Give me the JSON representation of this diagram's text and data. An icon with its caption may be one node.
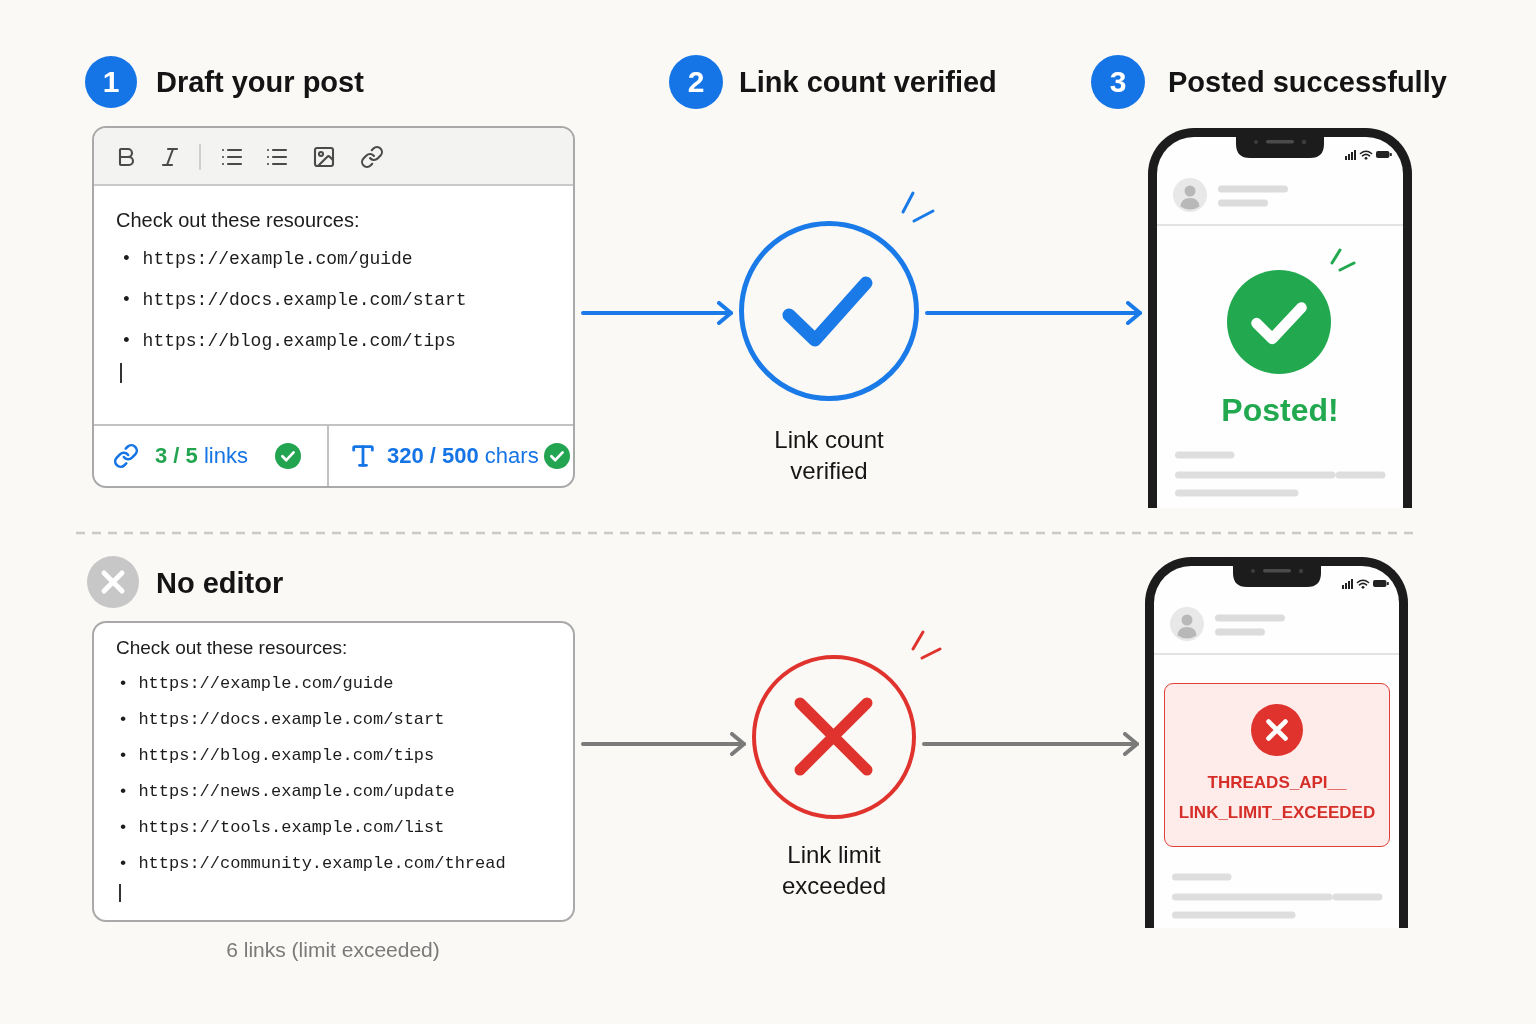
{
  "diagram": {
    "nodes": [
      {
        "text": [
          "1"
        ],
        "beside": [
          "Draft your post"
        ]
      },
      {
        "text": [
          "2"
        ],
        "beside": [
          "Link count verified"
        ]
      },
      {
        "text": [
          "3"
        ],
        "beside": [
          "Posted successfully"
        ]
      },
      {
        "text": [
          "Check out these resources:",
          "• https://example.com/guide",
          "• https://docs.example.com/start",
          "• https://blog.example.com/tips"
        ]
      },
      {
        "text": [
          "**3 / 5** links"
        ],
        "in": 3
      },
      {
        "text": [
          "**320 / 500** chars"
        ],
        "in": 3
      },
      {
        "text": [],
        "shape": "circle",
        "beside": [
          "Link count verified"
        ]
      },
      {
        "text": [
          "Posted!"
        ]
      },
      {
        "text": [],
        "shape": "circle",
        "beside": [
          "No editor"
        ]
      },
      {
        "text": [
          "Check out these resources:",
          "• https://example.com/guide",
          "• https://docs.example.com/start",
          "• https://blog.example.com/tips",
          "• https://news.example.com/update",
          "• https://tools.example.com/list",
          "• https://community.example.com/thread"
        ],
        "beside": [
          "6 links (limit exceeded)"
        ]
      },
      {
        "text": [],
        "shape": "circle",
        "beside": [
          "Link limit exceeded"
        ]
      },
      {
        "text": [],
        "shape": "phone"
      },
      {
        "text": [
          "THREADS_API__ LINK_LIMIT_EXCEEDED"
        ],
        "in": 11
      }
    ],
    "edges": [
      {
        "from": 3,
        "to": 6,
        "arrow": "to",
        "color": "#1a7ae8"
      },
      {
        "from": 6,
        "to": 7,
        "arrow": "to",
        "color": "#1a7ae8"
      },
      {
        "from": 9,
        "to": 10,
        "arrow": "to",
        "color": "#7b7b7b"
      },
      {
        "from": 10,
        "to": 11,
        "arrow": "to",
        "color": "#7b7b7b"
      }
    ]
  }
}
